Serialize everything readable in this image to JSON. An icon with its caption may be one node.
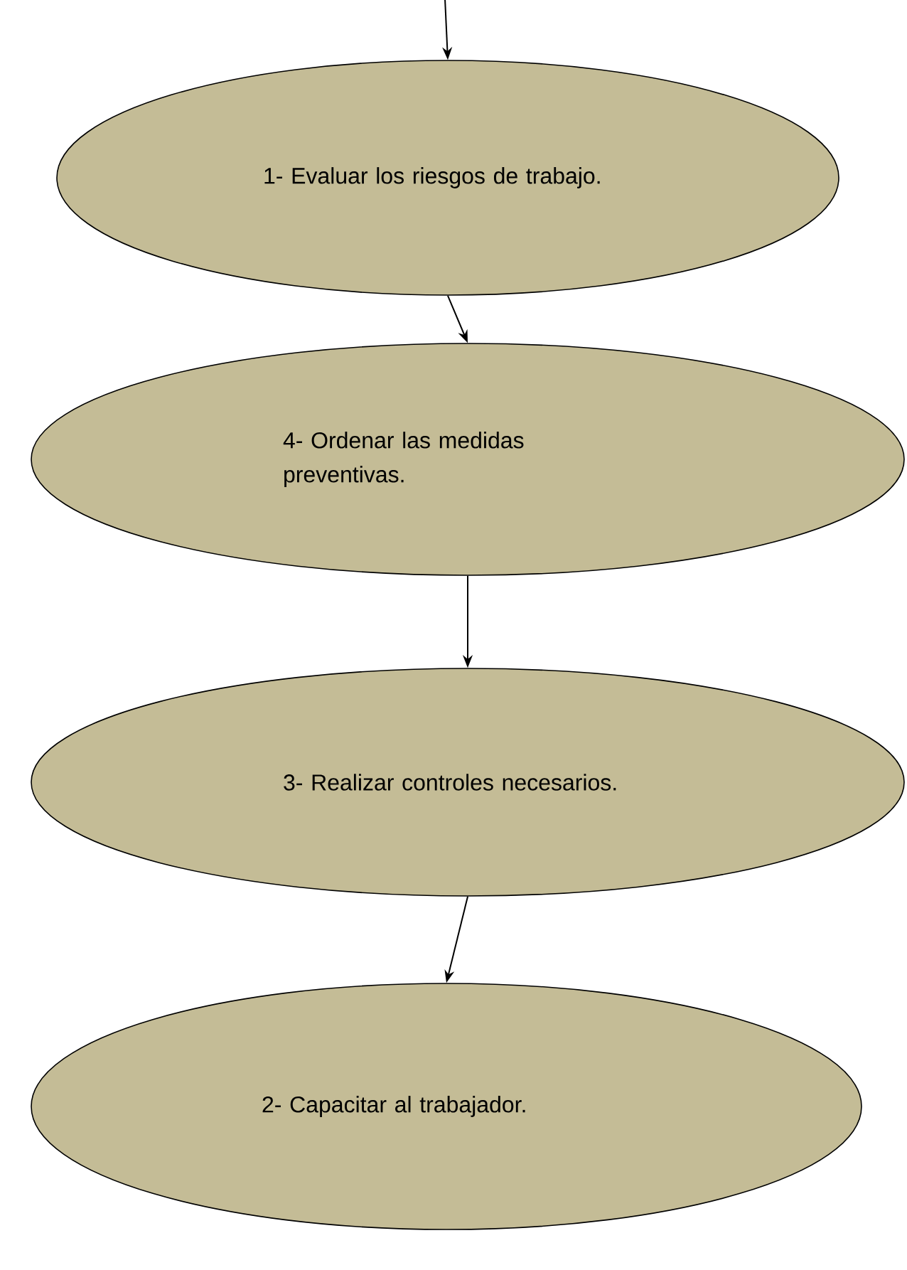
{
  "diagram": {
    "nodes": [
      {
        "text": [
          "1- Evaluar los riesgos de trabajo."
        ]
      },
      {
        "text": [
          "4- Ordenar las medidas preventivas."
        ]
      },
      {
        "text": [
          "3- Realizar controles necesarios."
        ]
      },
      {
        "text": [
          "2- Capacitar al trabajador."
        ]
      }
    ],
    "edges": [
      {
        "from": null,
        "to": 0,
        "arrow": "to"
      },
      {
        "from": 0,
        "to": 1,
        "arrow": "to"
      },
      {
        "from": 1,
        "to": 2,
        "arrow": "to"
      },
      {
        "from": 2,
        "to": 3,
        "arrow": "to"
      }
    ]
  }
}
